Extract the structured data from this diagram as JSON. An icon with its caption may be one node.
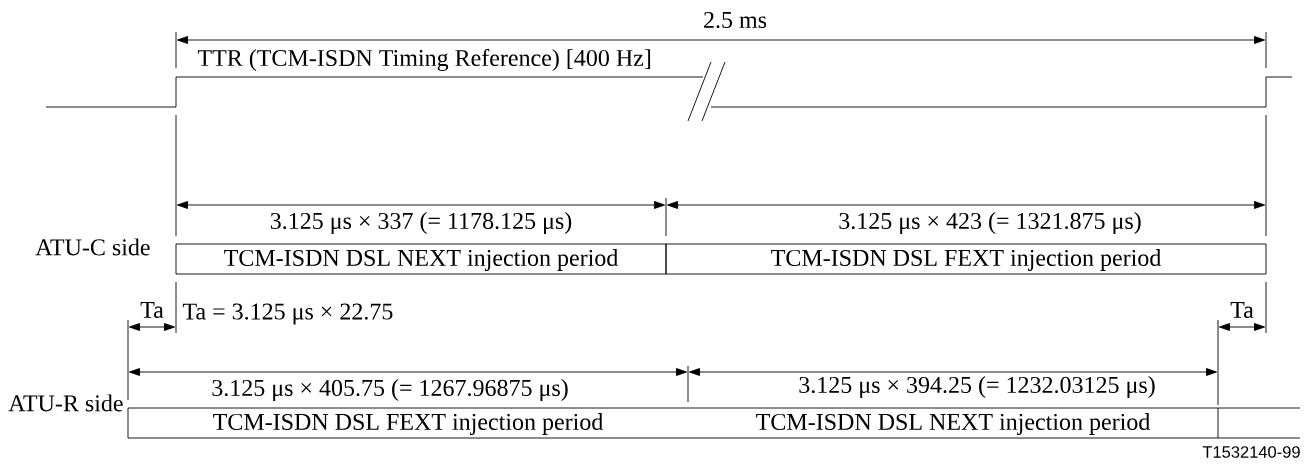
{
  "diagram": {
    "nodes": [
      {
        "text": [
          "TCM-ISDN DSL NEXT injection period"
        ]
      },
      {
        "text": [
          "TCM-ISDN DSL FEXT injection period"
        ]
      },
      {
        "text": [
          "TCM-ISDN DSL FEXT injection period"
        ]
      },
      {
        "text": [
          "TCM-ISDN DSL NEXT injection period"
        ]
      }
    ],
    "labels": [
      "2.5 ms",
      "TTR (TCM-ISDN Timing Reference) [400 Hz]",
      "3.125 μs × 337 (= 1178.125 μs)",
      "3.125 μs × 423 (= 1321.875 μs)",
      "ATU-C side",
      "Ta",
      "Ta = 3.125 μs × 22.75",
      "Ta",
      "3.125 μs × 405.75 (= 1267.96875 μs)",
      "3.125 μs × 394.25 (= 1232.03125 μs)",
      "ATU-R side",
      "T1532140-99"
    ]
  }
}
